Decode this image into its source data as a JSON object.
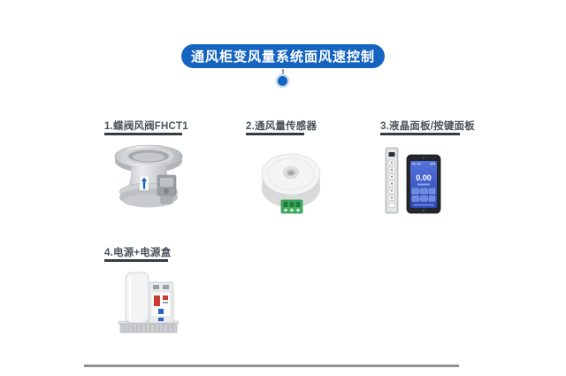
{
  "header": {
    "title": "通风柜变风量系统面风速控制"
  },
  "items": [
    {
      "id": "valve",
      "label": "1.蝶阀风阀FHCT1"
    },
    {
      "id": "sensor",
      "label": "2.通风量传感器"
    },
    {
      "id": "panels",
      "label": "3.液晶面板/按键面板"
    },
    {
      "id": "power",
      "label": "4.电源+电源盒"
    }
  ],
  "lcd": {
    "reading": "0.00"
  },
  "colors": {
    "accent_blue": "#1565c0",
    "label_text": "#4a545c",
    "label_underline": "#353d44",
    "bottom_divider": "#8f9295",
    "terminal_green": "#3faf5f",
    "screen_blue": "#3a58c6"
  }
}
